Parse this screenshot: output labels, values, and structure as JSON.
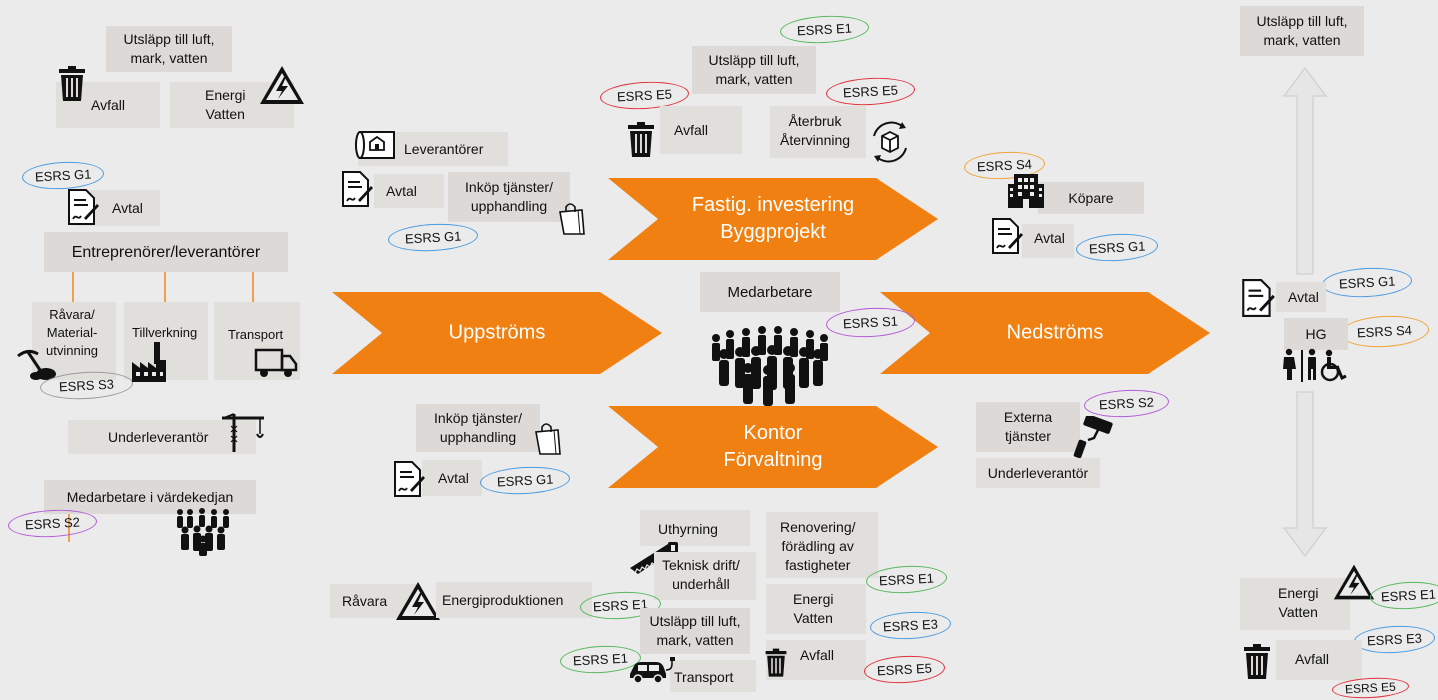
{
  "arrows": {
    "uppstroms": "Uppströms",
    "nedstroms": "Nedströms",
    "fastig_line1": "Fastig. investering",
    "fastig_line2": "Byggprojekt",
    "kontor_line1": "Kontor",
    "kontor_line2": "Förvaltning"
  },
  "left": {
    "utslapp_line1": "Utsläpp till luft,",
    "utslapp_line2": "mark, vatten",
    "avfall": "Avfall",
    "energi_line1": "Energi",
    "energi_line2": "Vatten",
    "esrs_g1": "ESRS G1",
    "avtal": "Avtal",
    "entreprenorer": "Entreprenörer/leverantörer",
    "ravara_line1": "Råvara/",
    "ravara_line2": "Material-",
    "ravara_line3": "utvinning",
    "tillverkning": "Tillverkning",
    "transport": "Transport",
    "esrs_s3": "ESRS S3",
    "underleverantor": "Underleverantör",
    "medarbetare_vardekedjan": "Medarbetare i värdekedjan",
    "esrs_s2": "ESRS S2"
  },
  "upper_mid": {
    "leverantorer": "Leverantörer",
    "avtal": "Avtal",
    "inkop_line1": "Inköp tjänster/",
    "inkop_line2": "upphandling",
    "esrs_g1": "ESRS G1",
    "esrs_e1": "ESRS E1",
    "utslapp_line1": "Utsläpp till luft,",
    "utslapp_line2": "mark, vatten",
    "esrs_e5_left": "ESRS E5",
    "esrs_e5_right": "ESRS E5",
    "avfall": "Avfall",
    "aterbruk_line1": "Återbruk",
    "aterbruk_line2": "Återvinning"
  },
  "center": {
    "medarbetare": "Medarbetare",
    "esrs_s1": "ESRS S1"
  },
  "lower_mid": {
    "inkop_line1": "Inköp tjänster/",
    "inkop_line2": "upphandling",
    "avtal": "Avtal",
    "esrs_g1": "ESRS G1",
    "uthyrning": "Uthyrning",
    "teknisk_line1": "Teknisk drift/",
    "teknisk_line2": "underhåll",
    "renovering_line1": "Renovering/",
    "renovering_line2": "förädling av",
    "renovering_line3": "fastigheter",
    "esrs_e1_reno": "ESRS E1",
    "ravara": "Råvara",
    "energiproduktionen": "Energiproduktionen",
    "esrs_e1_energi": "ESRS E1",
    "energi_line1": "Energi",
    "energi_line2": "Vatten",
    "esrs_e3": "ESRS E3",
    "utslapp_line1": "Utsläpp till luft,",
    "utslapp_line2": "mark, vatten",
    "esrs_e1_transport": "ESRS E1",
    "transport": "Transport",
    "avfall": "Avfall",
    "esrs_e5": "ESRS E5"
  },
  "downstream": {
    "esrs_s4": "ESRS S4",
    "kopare": "Köpare",
    "avtal": "Avtal",
    "esrs_g1": "ESRS G1",
    "esrs_s2": "ESRS S2",
    "externa_line1": "Externa",
    "externa_line2": "tjänster",
    "underleverantor": "Underleverantör"
  },
  "right": {
    "utslapp_line1": "Utsläpp till luft,",
    "utslapp_line2": "mark, vatten",
    "esrs_g1": "ESRS G1",
    "avtal": "Avtal",
    "esrs_s4": "ESRS S4",
    "hg": "HG",
    "energi_line1": "Energi",
    "energi_line2": "Vatten",
    "esrs_e1": "ESRS E1",
    "esrs_e3": "ESRS E3",
    "avfall": "Avfall",
    "esrs_e5": "ESRS E5"
  },
  "colors": {
    "arrow": "#f08012",
    "box": "#dcd9d6",
    "background": "#ebebeb",
    "g": "#4a9be0",
    "e1": "#55b85a",
    "e5": "#e0303a",
    "s2": "#b45cd6",
    "s4": "#f0a33a",
    "s3": "#9a9a9a"
  }
}
